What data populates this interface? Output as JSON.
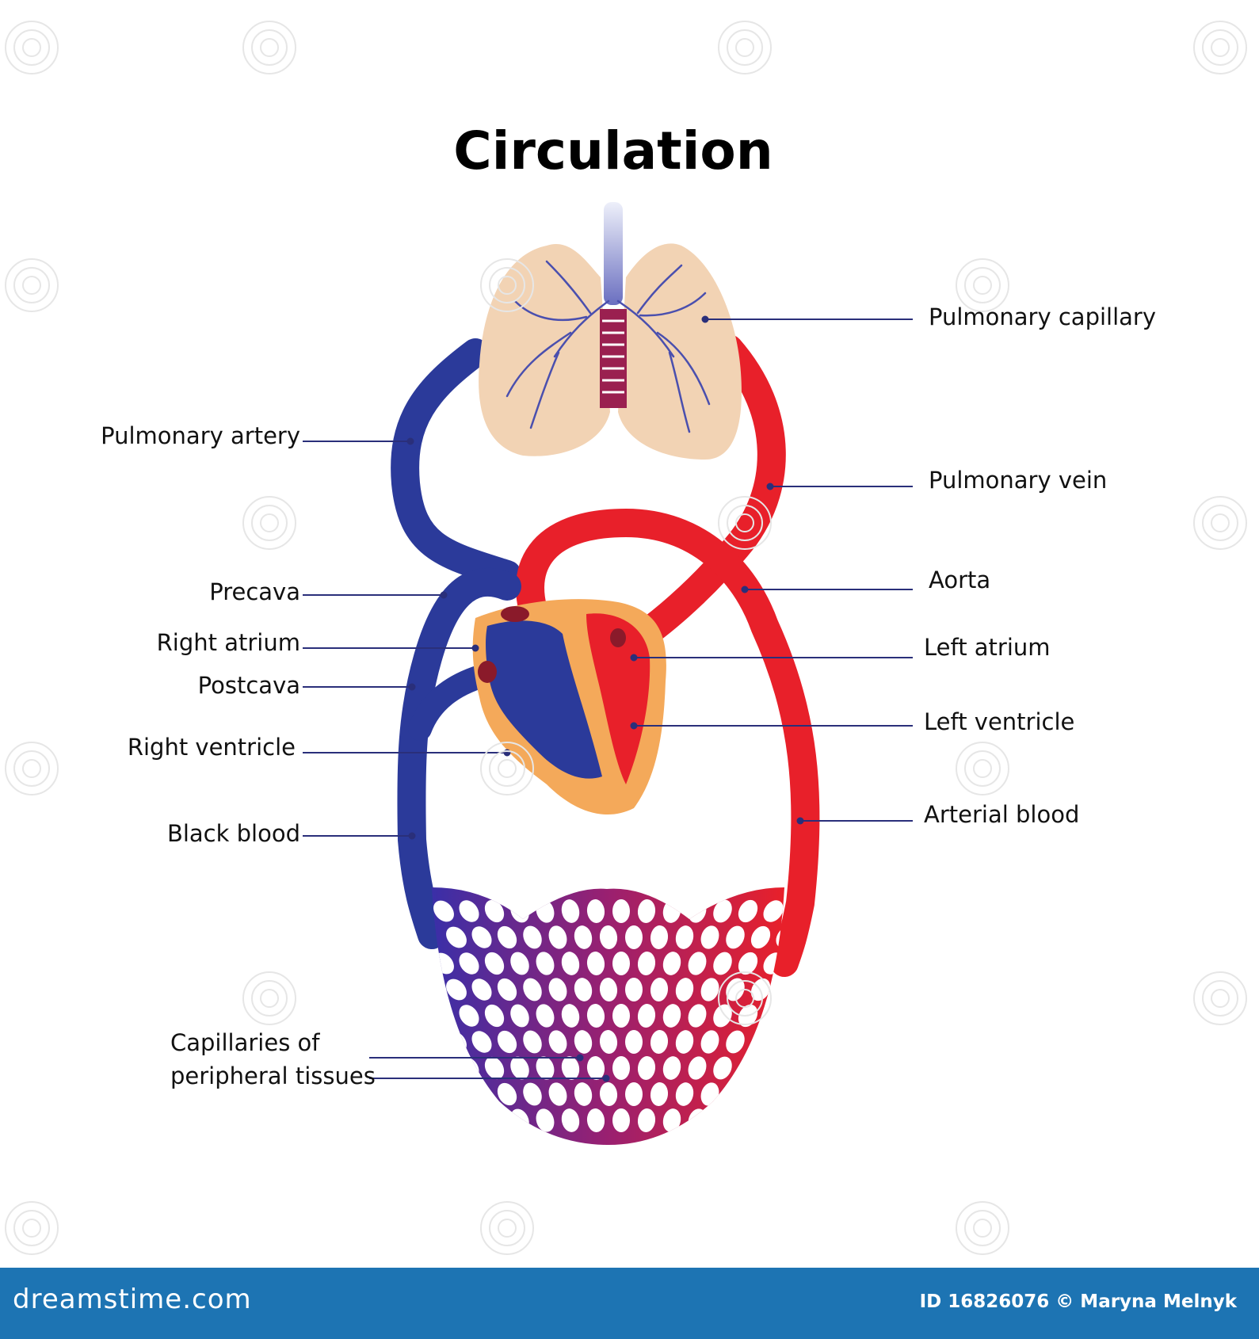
{
  "title": "Circulation",
  "labels": {
    "pulmonary_capillary": "Pulmonary capillary",
    "pulmonary_artery": "Pulmonary artery",
    "pulmonary_vein": "Pulmonary vein",
    "aorta": "Aorta",
    "precava": "Precava",
    "right_atrium": "Right atrium",
    "left_atrium": "Left atrium",
    "postcava": "Postcava",
    "left_ventricle": "Left ventricle",
    "right_ventricle": "Right ventricle",
    "arterial_blood": "Arterial blood",
    "black_blood": "Black blood",
    "capillaries_line1": "Capillaries of",
    "capillaries_line2": "peripheral tissues"
  },
  "footer": {
    "brand": "dreamstime.com",
    "credit": "ID 16826076 © Maryna Melnyk"
  },
  "colors": {
    "venous": "#2b3a9a",
    "arterial": "#e8202a",
    "lung": "#f2d3b4",
    "heart_wall": "#f4a95a",
    "footer": "#1d74b3",
    "leader_line": "#2a2f7a"
  }
}
